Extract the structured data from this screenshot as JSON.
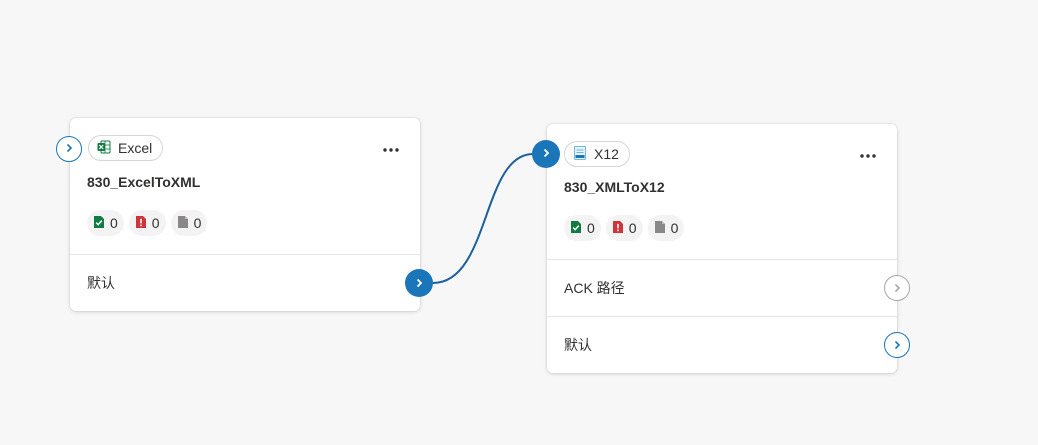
{
  "nodes": [
    {
      "type_label": "Excel",
      "title": "830_ExcelToXML",
      "stats": {
        "success": "0",
        "error": "0",
        "file": "0"
      },
      "routes": [
        {
          "label": "默认"
        }
      ]
    },
    {
      "type_label": "X12",
      "title": "830_XMLToX12",
      "stats": {
        "success": "0",
        "error": "0",
        "file": "0"
      },
      "routes": [
        {
          "label": "ACK 路径"
        },
        {
          "label": "默认"
        }
      ]
    }
  ],
  "colors": {
    "accent": "#1b75b9",
    "success": "#107c41",
    "error": "#d13438",
    "file": "#8a8886",
    "port_inactive": "#a8a8a8"
  },
  "icons": [
    "excel-icon",
    "x12-icon",
    "more-icon",
    "chevron-right-icon",
    "file-check-icon",
    "file-error-icon",
    "file-icon"
  ]
}
